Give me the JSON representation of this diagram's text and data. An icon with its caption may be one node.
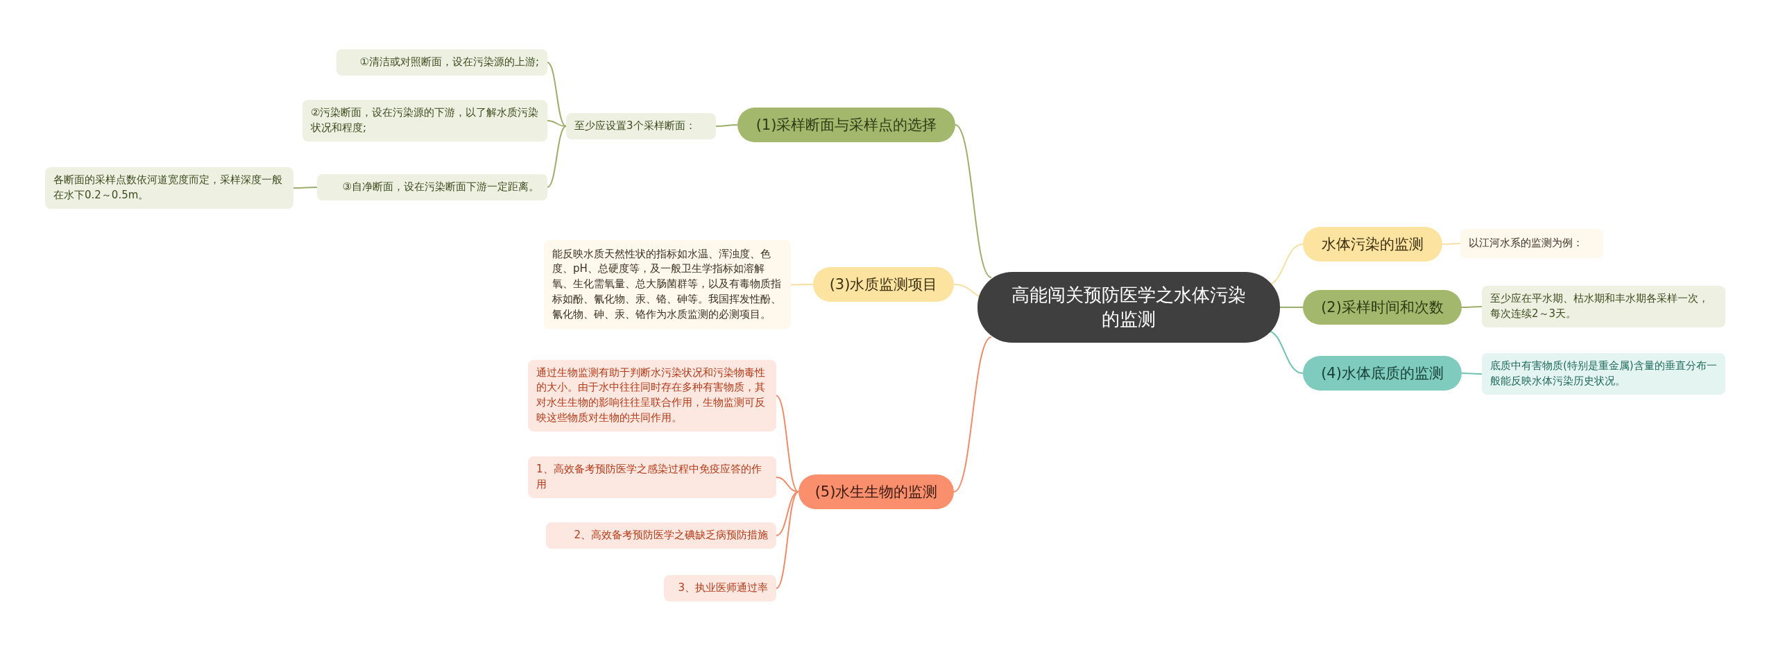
{
  "diagram": {
    "nodes": [
      {
        "text": [
          "高能闯关预防医学之水体污染的监测"
        ]
      },
      {
        "text": [
          "(1)采样断面与采样点的选择"
        ]
      },
      {
        "text": [
          "至少应设置3个采样断面："
        ]
      },
      {
        "text": [
          "①清洁或对照断面，设在污染源的上游;"
        ]
      },
      {
        "text": [
          "②污染断面，设在污染源的下游，以了解水质污染状况和程度;"
        ]
      },
      {
        "text": [
          "③自净断面，设在污染断面下游一定距离。"
        ]
      },
      {
        "text": [
          "各断面的采样点数依河道宽度而定，采样深度一般在水下0.2～0.5m。"
        ]
      },
      {
        "text": [
          "(3)水质监测项目"
        ]
      },
      {
        "text": [
          "能反映水质天然性状的指标如水温、浑浊度、色度、pH、总硬度等，及一般卫生学指标如溶解氧、生化需氧量、总大肠菌群等，以及有毒物质指标如酚、氰化物、汞、铬、砷等。我国挥发性酚、氰化物、砷、汞、铬作为水质监测的必测项目。"
        ]
      },
      {
        "text": [
          "(5)水生生物的监测"
        ]
      },
      {
        "text": [
          "通过生物监测有助于判断水污染状况和污染物毒性的大小。由于水中往往同时存在多种有害物质，其对水生生物的影响往往呈联合作用，生物监测可反映这些物质对生物的共同作用。"
        ]
      },
      {
        "text": [
          "1、高效备考预防医学之感染过程中免疫应答的作用"
        ]
      },
      {
        "text": [
          "2、高效备考预防医学之碘缺乏病预防措施"
        ]
      },
      {
        "text": [
          "3、执业医师通过率"
        ]
      },
      {
        "text": [
          "水体污染的监测"
        ]
      },
      {
        "text": [
          "以江河水系的监测为例："
        ]
      },
      {
        "text": [
          "(2)采样时间和次数"
        ]
      },
      {
        "text": [
          "至少应在平水期、枯水期和丰水期各采样一次，每次连续2～3天。"
        ]
      },
      {
        "text": [
          "(4)水体底质的监测"
        ]
      },
      {
        "text": [
          "底质中有害物质(特别是重金属)含量的垂直分布一般能反映水体污染历史状况。"
        ]
      }
    ],
    "edges": [
      {
        "from": 0,
        "to": 1,
        "arrow": "none",
        "color": "#9cae6c"
      },
      {
        "from": 1,
        "to": 2,
        "arrow": "none",
        "color": "#9cae6c"
      },
      {
        "from": 2,
        "to": 3,
        "arrow": "none",
        "color": "#9cae6c"
      },
      {
        "from": 2,
        "to": 4,
        "arrow": "none",
        "color": "#9cae6c"
      },
      {
        "from": 2,
        "to": 5,
        "arrow": "none",
        "color": "#9cae6c"
      },
      {
        "from": 5,
        "to": 6,
        "arrow": "none",
        "color": "#9cae6c"
      },
      {
        "from": 0,
        "to": 7,
        "arrow": "none",
        "color": "#f6dfa2"
      },
      {
        "from": 7,
        "to": 8,
        "arrow": "none",
        "color": "#f6dfa2"
      },
      {
        "from": 0,
        "to": 9,
        "arrow": "none",
        "color": "#ef8a68"
      },
      {
        "from": 9,
        "to": 10,
        "arrow": "none",
        "color": "#ef8a68"
      },
      {
        "from": 9,
        "to": 11,
        "arrow": "none",
        "color": "#ef8a68"
      },
      {
        "from": 9,
        "to": 12,
        "arrow": "none",
        "color": "#ef8a68"
      },
      {
        "from": 9,
        "to": 13,
        "arrow": "none",
        "color": "#ef8a68"
      },
      {
        "from": 0,
        "to": 14,
        "arrow": "none",
        "color": "#f6dfa2"
      },
      {
        "from": 14,
        "to": 15,
        "arrow": "none",
        "color": "#f6dfa2"
      },
      {
        "from": 0,
        "to": 16,
        "arrow": "none",
        "color": "#9cae6c"
      },
      {
        "from": 16,
        "to": 17,
        "arrow": "none",
        "color": "#9cae6c"
      },
      {
        "from": 0,
        "to": 18,
        "arrow": "none",
        "color": "#6fc3b2"
      },
      {
        "from": 18,
        "to": 19,
        "arrow": "none",
        "color": "#6fc3b2"
      }
    ]
  }
}
